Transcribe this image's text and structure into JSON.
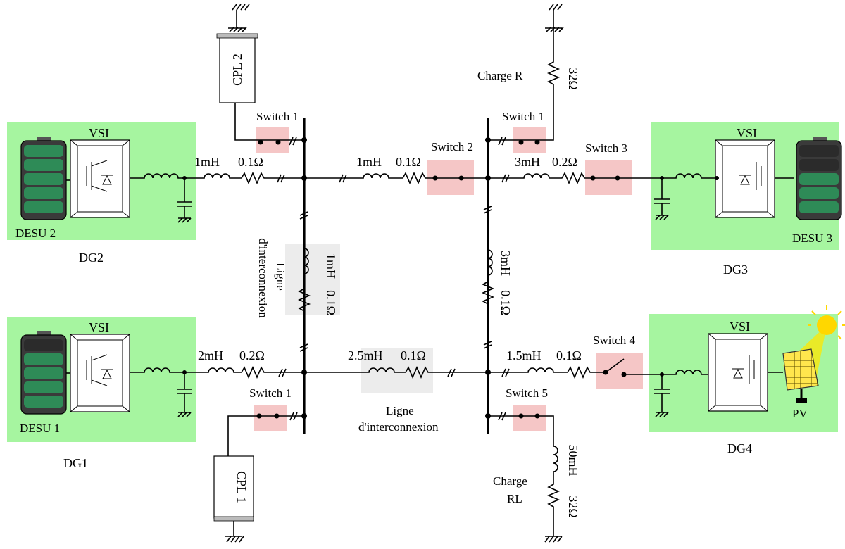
{
  "diagram": {
    "units": {
      "dg2": {
        "name": "DG2",
        "converter": "VSI",
        "storage": "DESU 2",
        "filled_cells": 5
      },
      "dg1": {
        "name": "DG1",
        "converter": "VSI",
        "storage": "DESU 1",
        "filled_cells": 4
      },
      "dg3": {
        "name": "DG3",
        "converter": "VSI",
        "storage": "DESU 3",
        "filled_cells": 3
      },
      "dg4": {
        "name": "DG4",
        "converter": "VSI",
        "source": "PV"
      }
    },
    "loads": {
      "cpl2": "CPL 2",
      "cpl1": "CPL 1",
      "charge_r": {
        "label": "Charge R",
        "value": "32Ω"
      },
      "charge_rl": {
        "label_line1": "Charge",
        "label_line2": "RL",
        "inductance": "50mH",
        "resistance": "32Ω"
      }
    },
    "switches": {
      "sw_cpl2": "Switch 1",
      "sw_2": "Switch 2",
      "sw_r": "Switch 1",
      "sw_3": "Switch 3",
      "sw_cpl1": "Switch 1",
      "sw_4": "Switch 4",
      "sw_5": "Switch 5"
    },
    "lines": {
      "dg2_line": {
        "l": "1mH",
        "r": "0.1Ω"
      },
      "top_mid_line": {
        "l": "1mH",
        "r": "0.1Ω"
      },
      "dg3_line": {
        "l": "3mH",
        "r": "0.2Ω"
      },
      "dg1_line": {
        "l": "2mH",
        "r": "0.2Ω"
      },
      "bottom_mid_line": {
        "l": "2.5mH",
        "r": "0.1Ω"
      },
      "dg4_line": {
        "l": "1.5mH",
        "r": "0.1Ω"
      },
      "left_vert_line": {
        "l": "1mH",
        "r": "0.1Ω"
      },
      "right_vert_line": {
        "l": "3mH",
        "r": "0.1Ω"
      }
    },
    "interconnect_labels": {
      "left_line1": "Ligne",
      "left_line2": "d'interconnexion",
      "bottom_line1": "Ligne",
      "bottom_line2": "d'interconnexion"
    },
    "colors": {
      "dg_panel": "#a6f5a0",
      "switch_box": "#f5c6c6",
      "interconnect_box": "#ececec",
      "battery_cell_full": "#2e8b57",
      "battery_cell_empty": "#2b2b2b",
      "sun": "#ffd700"
    }
  }
}
